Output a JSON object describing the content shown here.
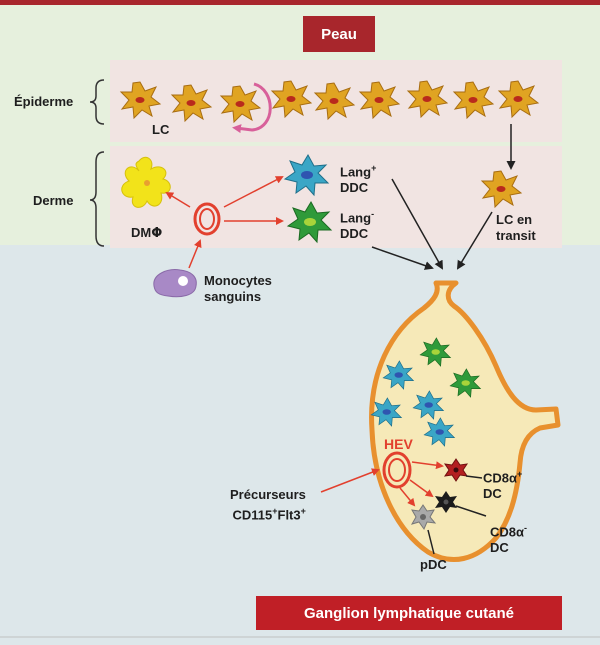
{
  "banners": {
    "skin": "Peau",
    "lymph_node": "Ganglion lymphatique cutané"
  },
  "layers": {
    "epidermis": "Épiderme",
    "dermis": "Derme"
  },
  "cells": {
    "lc": "LC",
    "dmphi_prefix": "DM",
    "dmphi_symbol": "Φ",
    "lang_plus_line1": "Lang",
    "lang_plus_sup": "+",
    "lang_plus_line2": "DDC",
    "lang_minus_line1": "Lang",
    "lang_minus_sup": "-",
    "lang_minus_line2": "DDC",
    "lc_transit_line1": "LC en",
    "lc_transit_line2": "transit",
    "monocytes_line1": "Monocytes",
    "monocytes_line2": "sanguins",
    "hev": "HEV",
    "precursors_line1": "Précurseurs",
    "precursors_line2": "CD115",
    "precursors_sup1": "+",
    "precursors_mid": "Flt3",
    "precursors_sup2": "+",
    "cd8_plus_line1": "CD8α",
    "cd8_plus_sup": "+",
    "cd8_plus_line2": "DC",
    "cd8_minus_line1": "CD8α",
    "cd8_minus_sup": "-",
    "cd8_minus_line2": "DC",
    "pdc": "pDC"
  },
  "colors": {
    "top_band": "#a8262c",
    "skin_background": "#e6f0dd",
    "node_background": "#dde7ea",
    "strip": "#f1e4e2",
    "node_fill": "#f6e9b8",
    "node_stroke": "#e8902e",
    "lc_cell": "#e0a422",
    "lc_nucleus": "#b92a1c",
    "macrophage": "#f2e31a",
    "lang_plus_cell": "#3aa6c6",
    "lang_minus_cell": "#2f9a3a",
    "monocyte": "#a889c6",
    "arrow_red": "#e2402e",
    "arrow_black": "#222222",
    "arrow_pink": "#d8609a",
    "cd8_plus_cell": "#b32020",
    "cd8_minus_cell": "#1b1b1b",
    "pdc_cell": "#a9a9a9"
  }
}
